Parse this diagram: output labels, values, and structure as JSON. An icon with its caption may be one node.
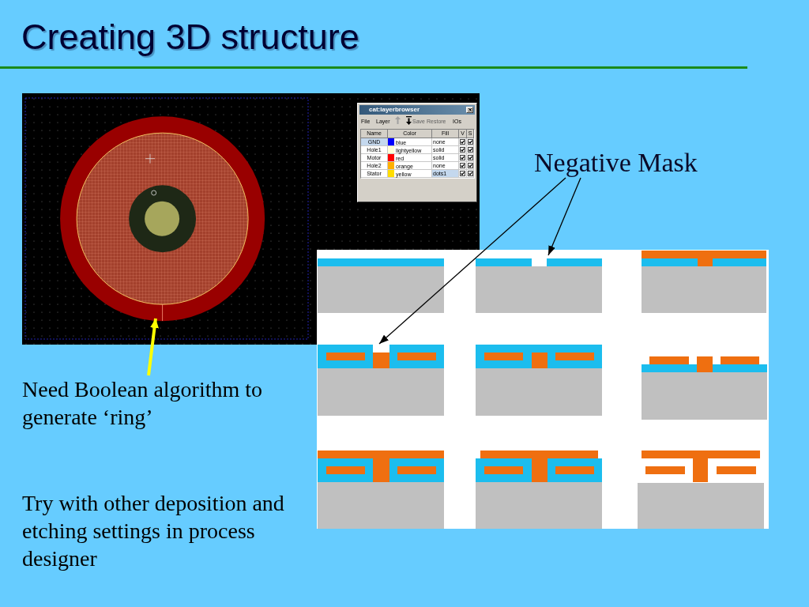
{
  "diagram": {
    "title": "Creating 3D structure",
    "nodes": [
      {
        "text": [
          "Negative Mask"
        ]
      },
      {
        "text": [
          "Need Boolean algorithm to generate ‘ring’"
        ]
      }
    ],
    "edges": [
      {
        "from": 0,
        "to": null,
        "arrow": "to"
      },
      {
        "from": 0,
        "to": null,
        "arrow": "to"
      },
      {
        "from": 1,
        "to": null,
        "arrow": "to",
        "style": "thick",
        "color": "#ffff00"
      }
    ],
    "labels": [
      "cat:layerbrowser",
      "File",
      "Layer",
      "Save",
      "Restore",
      "IOs",
      "Name",
      "Color",
      "Fill",
      "V",
      "S",
      "GND",
      "blue",
      "none",
      "Hole1",
      "lightyellow",
      "solid",
      "Motor",
      "red",
      "solid",
      "Hole2",
      "orange",
      "none",
      "Stator",
      "yellow",
      "dots1",
      "Try with other deposition and etching settings in process designer"
    ]
  }
}
